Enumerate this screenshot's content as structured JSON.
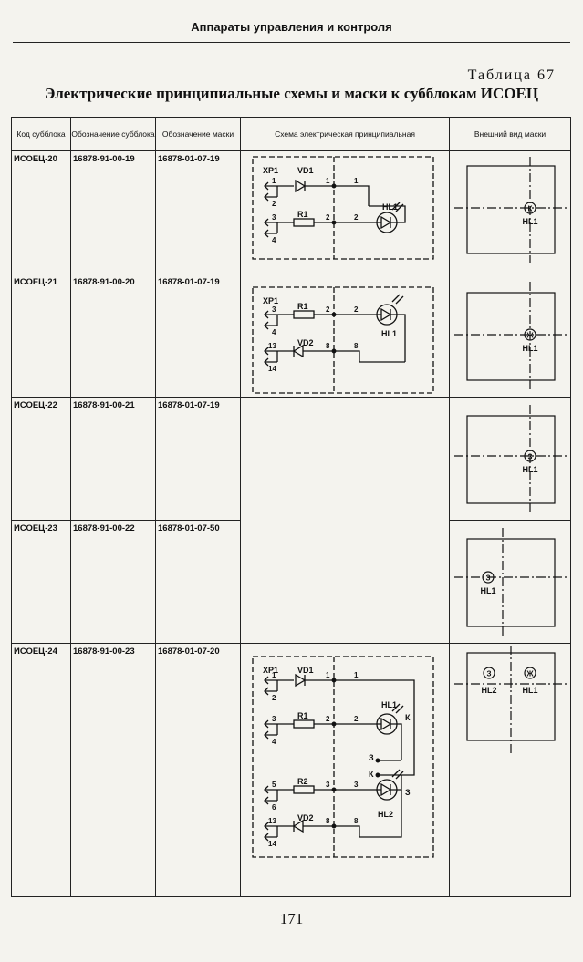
{
  "page": {
    "header": "Аппараты управления и контроля",
    "table_number": "Таблица 67",
    "table_title": "Электрические принципиальные схемы и маски к субблокам ИСОЕЦ",
    "page_number": "171"
  },
  "columns": [
    "Код субблока",
    "Обозначение субблока",
    "Обозначение маски",
    "Схема электрическая принципиальная",
    "Внешний вид маски"
  ],
  "rows": [
    {
      "code": "ИСОЕЦ-20",
      "sub": "16878-91-00-19",
      "mask": "16878-01-07-19"
    },
    {
      "code": "ИСОЕЦ-21",
      "sub": "16878-91-00-20",
      "mask": "16878-01-07-19"
    },
    {
      "code": "ИСОЕЦ-22",
      "sub": "16878-91-00-21",
      "mask": "16878-01-07-19"
    },
    {
      "code": "ИСОЕЦ-23",
      "sub": "16878-91-00-22",
      "mask": "16878-01-07-50"
    },
    {
      "code": "ИСОЕЦ-24",
      "sub": "16878-91-00-23",
      "mask": "16878-01-07-20"
    }
  ],
  "schemes": {
    "s20": {
      "xp": "XP1",
      "vd1": "VD1",
      "r1": "R1",
      "hl1": "HL1",
      "p1": "1",
      "p2": "2",
      "p3": "3",
      "p4": "4",
      "n1": "1",
      "n2": "2"
    },
    "s21": {
      "xp": "XP1",
      "r1": "R1",
      "vd2": "VD2",
      "hl1": "HL1",
      "p3": "3",
      "p4": "4",
      "p13": "13",
      "p14": "14",
      "n2": "2",
      "n8": "8"
    },
    "s24": {
      "xp": "XP1",
      "vd1": "VD1",
      "r1": "R1",
      "r2": "R2",
      "vd2": "VD2",
      "hl1": "HL1",
      "hl2": "HL2",
      "p1": "1",
      "p2": "2",
      "p3": "3",
      "p4": "4",
      "p5": "5",
      "p6": "6",
      "p13": "13",
      "p14": "14",
      "n1": "1",
      "n2": "2",
      "n3": "3",
      "n8": "8",
      "k": "К",
      "z": "З"
    }
  },
  "masks": {
    "m20": {
      "glyph": "К",
      "label": "HL1"
    },
    "m21": {
      "glyph": "Ж",
      "label": "HL1"
    },
    "m22": {
      "glyph": "З",
      "label": "HL1"
    },
    "m23": {
      "glyph": "З",
      "label": "HL1"
    },
    "m24": {
      "glyph1": "З",
      "label1": "HL2",
      "glyph2": "Ж",
      "label2": "HL1"
    }
  }
}
